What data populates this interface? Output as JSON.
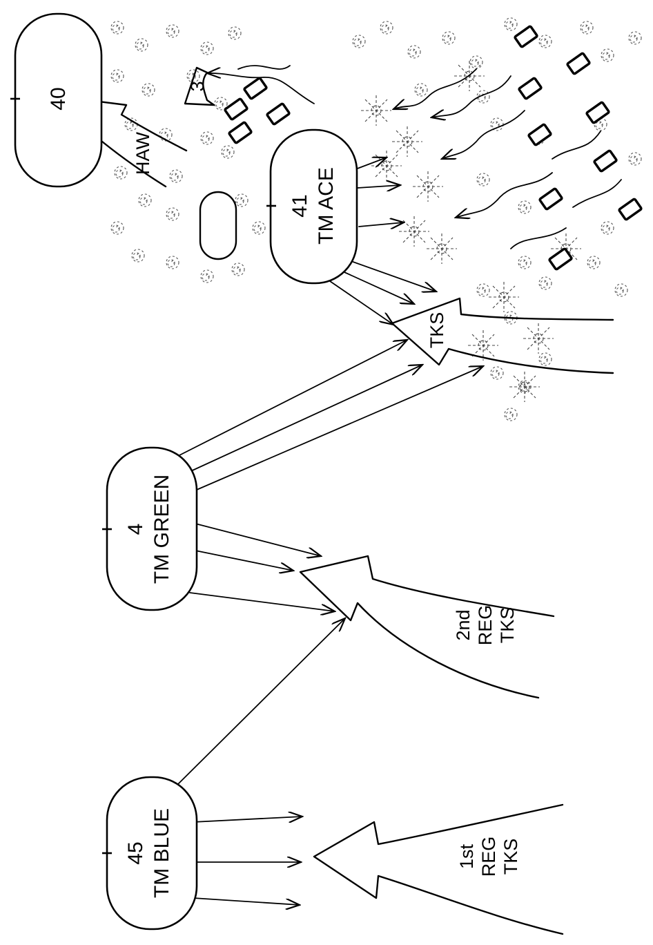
{
  "units": [
    {
      "id": "tm-blue",
      "lines": [
        "45",
        "TM BLUE"
      ]
    },
    {
      "id": "tm-green",
      "lines": [
        "4",
        "TM GREEN"
      ]
    },
    {
      "id": "tm-ace",
      "lines": [
        "41",
        "TM ACE"
      ]
    },
    {
      "id": "unit-40",
      "lines": [
        "40"
      ]
    }
  ],
  "enemy": {
    "first_reg": [
      "1st",
      "REG",
      "TKS"
    ],
    "second_reg": [
      "2nd",
      "REG",
      "TKS"
    ],
    "tks": "TKS"
  },
  "labels": {
    "haw": "HAW",
    "three": "3"
  }
}
